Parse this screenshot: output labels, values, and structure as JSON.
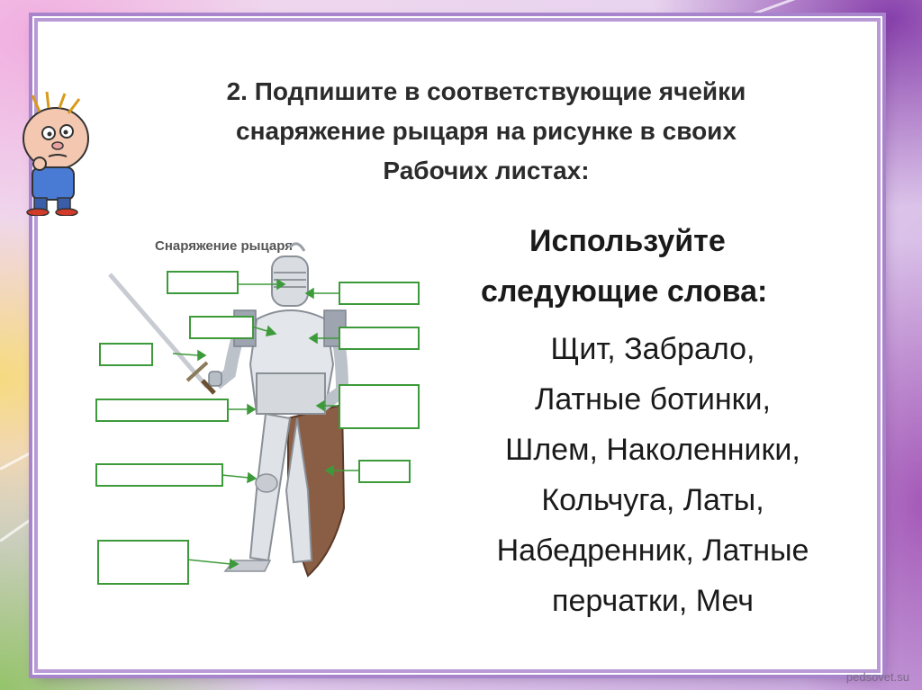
{
  "slide": {
    "title_lines": [
      "2. Подпишите в соответствующие ячейки",
      "снаряжение рыцаря на рисунке в своих",
      "Рабочих листах:"
    ],
    "words_heading_lines": [
      "Используйте",
      "следующие слова:"
    ],
    "words_lines": [
      "Щит, Забрало,",
      "Латные ботинки,",
      "Шлем, Наколенники,",
      "Кольчуга, Латы,",
      "Набедренник, Латные",
      "перчатки, Меч"
    ]
  },
  "figure": {
    "title": "Снаряжение рыцаря"
  },
  "footer": {
    "site": "pedsovet.su"
  },
  "colors": {
    "frame": "#a784cc",
    "label_box_border": "#3d9a3a",
    "shield": "#8a5e45"
  }
}
